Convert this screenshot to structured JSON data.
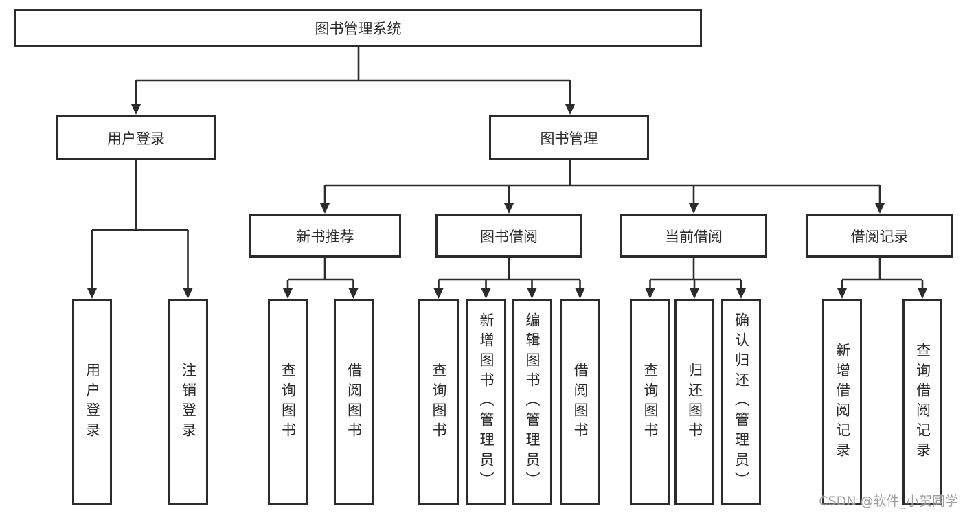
{
  "tree": {
    "root": {
      "label": "图书管理系统"
    },
    "branches": [
      {
        "label": "用户登录",
        "children": [
          {
            "label": "用户登录"
          },
          {
            "label": "注销登录"
          }
        ]
      },
      {
        "label": "图书管理",
        "children": [
          {
            "label": "新书推荐",
            "children": [
              {
                "label": "查询图书"
              },
              {
                "label": "借阅图书"
              }
            ]
          },
          {
            "label": "图书借阅",
            "children": [
              {
                "label": "查询图书"
              },
              {
                "label": "新增图书（管理员）"
              },
              {
                "label": "编辑图书（管理员）"
              },
              {
                "label": "借阅图书"
              }
            ]
          },
          {
            "label": "当前借阅",
            "children": [
              {
                "label": "查询图书"
              },
              {
                "label": "归还图书"
              },
              {
                "label": "确认归还（管理员）"
              }
            ]
          },
          {
            "label": "借阅记录",
            "children": [
              {
                "label": "新增借阅记录"
              },
              {
                "label": "查询借阅记录"
              }
            ]
          }
        ]
      }
    ]
  },
  "watermark": "CSDN @软件_小贺同学",
  "colors": {
    "line": "#2b2b2b",
    "text": "#2a2a2a",
    "watermark": "#949494",
    "background": "#ffffff"
  }
}
